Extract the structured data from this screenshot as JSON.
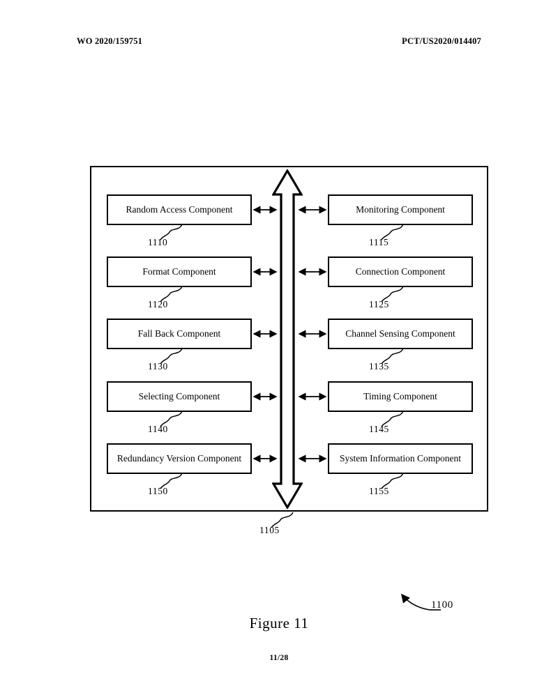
{
  "header": {
    "publication_number": "WO 2020/159751",
    "application_number": "PCT/US2020/014407"
  },
  "figure": {
    "caption": "Figure 11",
    "page_marker": "11/28",
    "overall_ref": "1100",
    "container_ref": "1105",
    "center_arrow_name": "bidirectional-bus-arrow",
    "colors": {
      "line": "#000000",
      "background": "#ffffff"
    },
    "rows": [
      {
        "left": {
          "label": "Random Access Component",
          "ref": "1110"
        },
        "right": {
          "label": "Monitoring Component",
          "ref": "1115"
        }
      },
      {
        "left": {
          "label": "Format Component",
          "ref": "1120"
        },
        "right": {
          "label": "Connection Component",
          "ref": "1125"
        }
      },
      {
        "left": {
          "label": "Fall Back Component",
          "ref": "1130"
        },
        "right": {
          "label": "Channel Sensing Component",
          "ref": "1135"
        }
      },
      {
        "left": {
          "label": "Selecting Component",
          "ref": "1140"
        },
        "right": {
          "label": "Timing Component",
          "ref": "1145"
        }
      },
      {
        "left": {
          "label": "Redundancy Version Component",
          "ref": "1150"
        },
        "right": {
          "label": "System Information Component",
          "ref": "1155"
        }
      }
    ]
  }
}
